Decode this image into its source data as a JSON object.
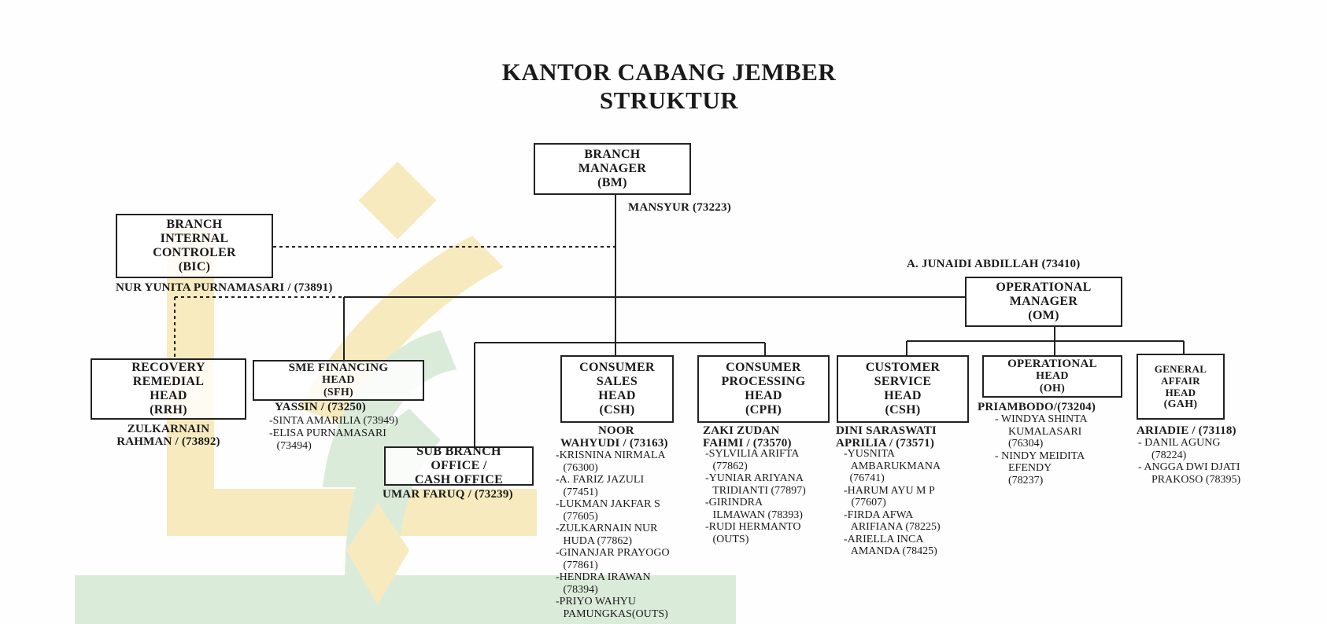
{
  "title": {
    "line1": "KANTOR CABANG JEMBER",
    "line2": "STRUKTUR"
  },
  "colors": {
    "watermark_gold": "#f6e7b4",
    "watermark_green": "#d5e8d4",
    "line": "#222222"
  },
  "bm": {
    "lines": [
      "BRANCH",
      "MANAGER",
      "(BM)"
    ],
    "name": "MANSYUR (73223)"
  },
  "bic": {
    "lines": [
      "BRANCH",
      "INTERNAL",
      "CONTROLER",
      "(BIC)"
    ],
    "name": "NUR YUNITA PURNAMASARI / (73891)"
  },
  "om": {
    "name_above": "A. JUNAIDI ABDILLAH (73410)",
    "lines": [
      "OPERATIONAL",
      "MANAGER",
      "(OM)"
    ]
  },
  "rrh": {
    "lines": [
      "RECOVERY",
      "REMEDIAL",
      "HEAD",
      "(RRH)"
    ],
    "name_lines": [
      "ZULKARNAIN",
      "RAHMAN / (73892)"
    ]
  },
  "sfh": {
    "lines": [
      "SME FINANCING",
      "HEAD",
      "(SFH)"
    ],
    "name": "YASSIN / (73250)",
    "staff": [
      "-SINTA AMARILIA (73949)",
      "-ELISA PURNAMASARI",
      " (73494)"
    ]
  },
  "sbo": {
    "lines": [
      "SUB BRANCH",
      "OFFICE /",
      "CASH OFFICE"
    ],
    "name": "UMAR FARUQ / (73239)"
  },
  "csh_sales": {
    "lines": [
      "CONSUMER",
      "SALES",
      "HEAD",
      "(CSH)"
    ],
    "name_lines": [
      "NOOR",
      "WAHYUDI / (73163)"
    ],
    "staff": [
      "-KRISNINA NIRMALA",
      " (76300)",
      "-A. FARIZ JAZULI",
      " (77451)",
      "-LUKMAN JAKFAR S",
      " (77605)",
      "-ZULKARNAIN NUR",
      " HUDA (77862)",
      "-GINANJAR PRAYOGO",
      " (77861)",
      "-HENDRA IRAWAN",
      " (78394)",
      "-PRIYO WAHYU",
      " PAMUNGKAS(OUTS)"
    ]
  },
  "cph": {
    "lines": [
      "CONSUMER",
      "PROCESSING",
      "HEAD",
      "(CPH)"
    ],
    "name_lines": [
      "ZAKI ZUDAN",
      "FAHMI / (73570)"
    ],
    "staff": [
      "-SYLVILIA ARIFTA",
      " (77862)",
      "-YUNIAR ARIYANA",
      " TRIDIANTI (77897)",
      "-GIRINDRA",
      " ILMAWAN (78393)",
      "-RUDI HERMANTO",
      " (OUTS)"
    ]
  },
  "csh_service": {
    "lines": [
      "CUSTOMER",
      "SERVICE",
      "HEAD",
      "(CSH)"
    ],
    "name_lines": [
      "DINI SARASWATI",
      "APRILIA / (73571)"
    ],
    "staff": [
      "-YUSNITA",
      " AMBARUKMANA",
      " (76741)",
      "-HARUM AYU M P",
      " (77607)",
      "-FIRDA AFWA",
      " ARIFIANA (78225)",
      "-ARIELLA INCA",
      " AMANDA (78425)"
    ]
  },
  "oh": {
    "lines": [
      "OPERATIONAL",
      "HEAD",
      "(OH)"
    ],
    "name": "PRIAMBODO/(73204)",
    "staff": [
      "- WINDYA SHINTA",
      "  KUMALASARI",
      "  (76304)",
      "- NINDY MEIDITA",
      "  EFENDY",
      "  (78237)"
    ]
  },
  "gah": {
    "lines": [
      "GENERAL",
      "AFFAIR",
      "HEAD",
      "(GAH)"
    ],
    "name": "ARIADIE / (73118)",
    "staff": [
      "- DANIL AGUNG",
      "  (78224)",
      "- ANGGA DWI DJATI",
      "  PRAKOSO (78395)"
    ]
  }
}
